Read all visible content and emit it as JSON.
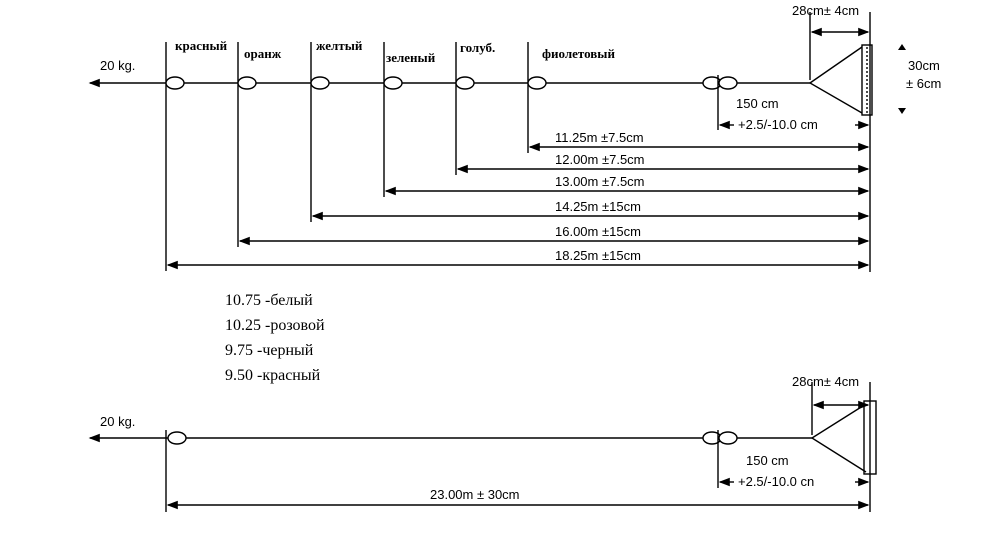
{
  "top": {
    "load": "20 kg.",
    "colors": [
      "красный",
      "оранж",
      "желтый",
      "зеленый",
      "голуб.",
      "фиолетовый"
    ],
    "dimensions": [
      "11.25m ±7.5cm",
      "12.00m ±7.5cm",
      "13.00m ±7.5cm",
      "14.25m ±15cm",
      "16.00m ±15cm",
      "18.25m ±15cm"
    ],
    "width_label": "28cm± 4cm",
    "height_label_1": "30cm",
    "height_label_2": "± 6cm",
    "tail_label_1": "150 cm",
    "tail_label_2": "+2.5/-10.0 cm"
  },
  "legend": [
    "10.75 -белый",
    "10.25 -розовой",
    "9.75 -черный",
    "9.50 -красный"
  ],
  "bottom": {
    "load": "20 kg.",
    "width_label": "28cm± 4cm",
    "tail_label_1": "150 cm",
    "tail_label_2": "+2.5/-10.0 cn",
    "dimension": "23.00m  ± 30cm"
  }
}
